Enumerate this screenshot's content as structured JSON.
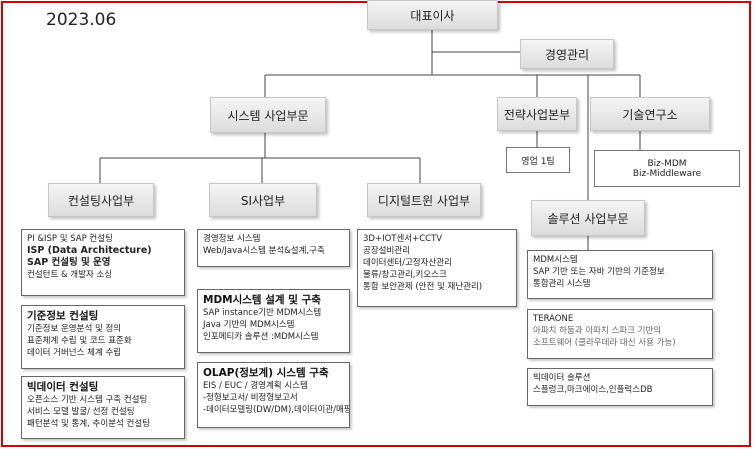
{
  "date": "2023.06",
  "nodes": {
    "ceo": "대표이사",
    "mgmt": "경영관리",
    "system_div": "시스템  사업부문",
    "strategy_div": "전략사업본부",
    "rnd": "기술연구소",
    "consulting": "컨설팅사업부",
    "si": "SI사업부",
    "digital_twin": "디지털트윈 사업부",
    "solution_div": "솔루션 사업부문"
  },
  "sales_team": "영업 1팀",
  "rnd_box": [
    "Biz-MDM",
    "Biz-Middleware"
  ],
  "consulting_boxes": [
    {
      "lines": [
        "PI &ISP 및 SAP 컨설팅"
      ],
      "bold_lines": [
        "ISP (Data Architecture)",
        "SAP 컨설팅 및 운영"
      ],
      "tail": [
        "컨설턴트 & 개발자 소싱"
      ]
    },
    {
      "title": "기준정보 컨설팅",
      "lines": [
        "기준정보 운영분석 및 정의",
        "표준체계 수립 및 코드 표준화",
        "데이터 거버넌스 체계 수립"
      ]
    },
    {
      "title": "빅데이터 컨설팅",
      "lines": [
        "오픈소스 기반 시스템 구축 컨설팅",
        "서비스 모델 발굴/ 선정 컨설팅",
        "패턴분석 및 통계, 추이분석 컨설팅"
      ]
    }
  ],
  "si_boxes": [
    {
      "lines": [
        "경영정보 시스템",
        "Web/Java시스템 분석&설계,구축"
      ]
    },
    {
      "title": "MDM시스템 설계 및 구축",
      "lines": [
        "SAP instance기반 MDM시스템",
        "Java 기반의 MDM시스템",
        "인포메티카 솔루션 :MDM시스템"
      ]
    },
    {
      "title": "OLAP(정보계) 시스템  구축",
      "lines": [
        "EIS / EUC / 경영계획 시스템",
        "-정형보고서/ 비정형보고서",
        "-데이터모델링(DW/DM),데이터이관/매핑"
      ]
    }
  ],
  "digital_box": {
    "lines": [
      "3D+IOT센서+CCTV",
      "공장설비관리",
      "데이터센터/고정자산관리",
      "물류/창고관리,키오스크",
      "통합 보안관제 (안전 및 재난관리)"
    ]
  },
  "solution_boxes": [
    {
      "lines": [
        "MDM시스템",
        "SAP 기반 또는 자바 기반의 기준정보",
        "통합관리 시스템"
      ]
    },
    {
      "lines": [
        "TERAONE"
      ],
      "gray_lines": [
        "아파치 하둡과 아파치 스파크 기반의",
        "소프트웨어 (클라우데라 대신 사용 가능)"
      ]
    },
    {
      "lines": [
        "빅데이터 솔루션",
        "스플렁크,마크에이스,인플럭스DB"
      ]
    }
  ]
}
